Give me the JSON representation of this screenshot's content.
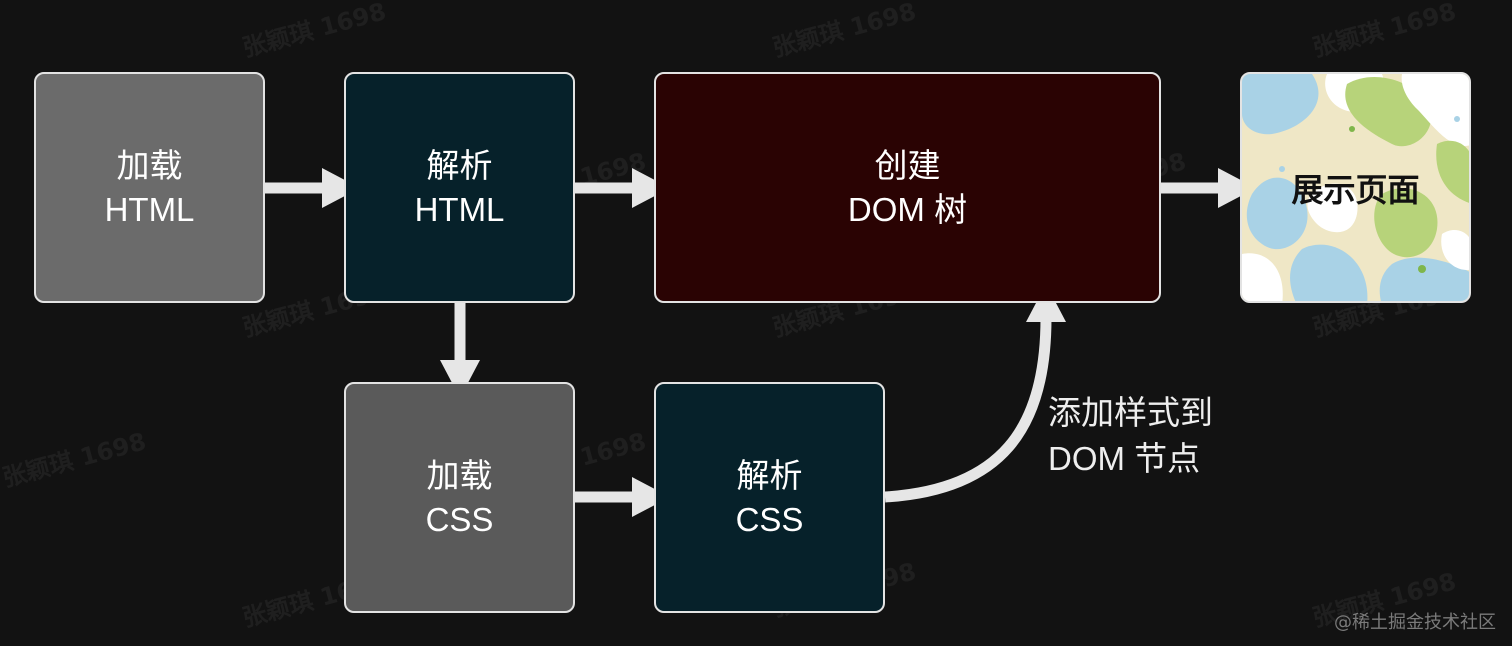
{
  "watermark": "张颖琪 1698",
  "nodes": {
    "load_html": {
      "line1": "加载",
      "line2": "HTML"
    },
    "parse_html": {
      "line1": "解析",
      "line2": "HTML"
    },
    "create_dom": {
      "line1": "创建",
      "line2": "DOM 树"
    },
    "display_page": {
      "label": "展示页面"
    },
    "load_css": {
      "line1": "加载",
      "line2": "CSS"
    },
    "parse_css": {
      "line1": "解析",
      "line2": "CSS"
    }
  },
  "edge_label": {
    "line1": "添加样式到",
    "line2": "DOM 节点"
  },
  "footer": "@稀土掘金技术社区",
  "colors": {
    "load_box": "#6b6b6b",
    "parse_box": "#06212a",
    "dom_box": "#2a0303",
    "arrow": "#e6e6e6",
    "background": "#121212"
  }
}
